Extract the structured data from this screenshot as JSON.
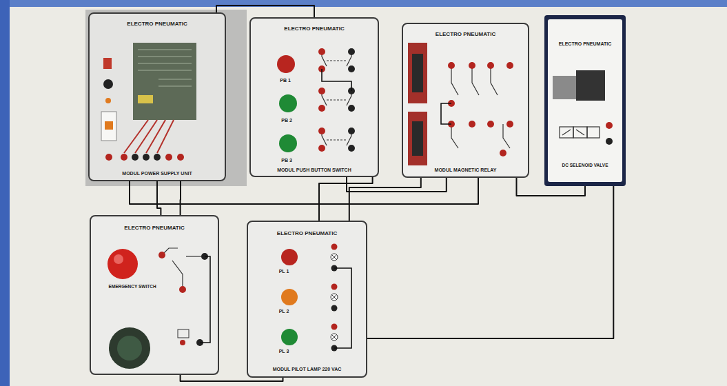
{
  "diagram": {
    "nodes": [
      {
        "text": [
          "ELECTRO PNEUMATIC",
          "MODUL POWER SUPPLY UNIT"
        ]
      },
      {
        "text": [
          "ELECTRO PNEUMATIC",
          "PB 1",
          "PB 2",
          "PB 3",
          "MODUL PUSH BUTTON SWITCH"
        ]
      },
      {
        "text": [
          "ELECTRO PNEUMATIC",
          "MODUL MAGNETIC RELAY"
        ]
      },
      {
        "text": [
          "ELECTRO PNEUMATIC",
          "DC SELENOID VALVE"
        ]
      },
      {
        "text": [
          "ELECTRO PNEUMATIC",
          "EMERGENCY SWITCH"
        ]
      },
      {
        "text": [
          "ELECTRO PNEUMATIC",
          "PL 1",
          "PL 2",
          "PL 3",
          "MODUL PILOT LAMP 220 VAC"
        ]
      }
    ],
    "edges": [
      {
        "from": 0,
        "to": 1,
        "arrow": "none"
      },
      {
        "from": 1,
        "to": 2,
        "arrow": "none"
      },
      {
        "from": 2,
        "to": 3,
        "arrow": "none"
      },
      {
        "from": 0,
        "to": 2,
        "arrow": "none"
      },
      {
        "from": 0,
        "to": 4,
        "arrow": "none"
      },
      {
        "from": 0,
        "to": 4,
        "arrow": "none"
      },
      {
        "from": 2,
        "to": 5,
        "arrow": "none"
      },
      {
        "from": 3,
        "to": 5,
        "arrow": "none"
      },
      {
        "from": 1,
        "to": 5,
        "arrow": "none"
      },
      {
        "from": 4,
        "to": 5,
        "arrow": "none"
      }
    ]
  }
}
